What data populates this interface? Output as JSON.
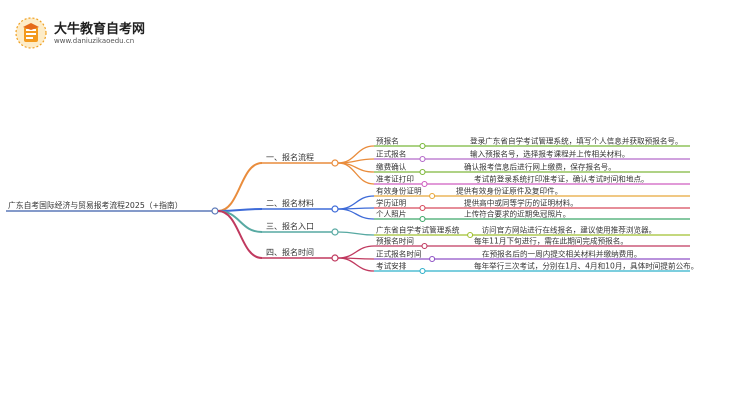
{
  "brand": {
    "name": "大牛教育自考网",
    "url": "www.daniuzikaoedu.cn"
  },
  "mindmap": {
    "root": "广东自考国际经济与贸易报考流程2025（+指南）",
    "branches": [
      {
        "label": "一、报名流程",
        "color": "#e98c3c",
        "children": [
          {
            "label": "预报名",
            "detail": "登录广东省自学考试管理系统，填写个人信息并获取预报名号。",
            "color": "#79b83a"
          },
          {
            "label": "正式报名",
            "detail": "输入预报名号，选择报考课程并上传相关材料。",
            "color": "#b46ac9"
          },
          {
            "label": "缴费确认",
            "detail": "确认报考信息后进行网上缴费，保存报名号。",
            "color": "#7fb73c"
          },
          {
            "label": "准考证打印",
            "detail": "考试前登录系统打印准考证，确认考试时间和地点。",
            "color": "#cf5ec0"
          }
        ]
      },
      {
        "label": "二、报名材料",
        "color": "#3e6bd8",
        "children": [
          {
            "label": "有效身份证明",
            "detail": "提供有效身份证原件及复印件。",
            "color": "#e8a73a"
          },
          {
            "label": "学历证明",
            "detail": "提供高中或同等学历的证明材料。",
            "color": "#d64a5c"
          },
          {
            "label": "个人照片",
            "detail": "上传符合要求的近期免冠照片。",
            "color": "#3fa86a"
          }
        ]
      },
      {
        "label": "三、报名入口",
        "color": "#57a9a2",
        "children": [
          {
            "label": "广东省自学考试管理系统",
            "detail": "访问官方网站进行在线报名，建议使用推荐浏览器。",
            "color": "#a0c030"
          }
        ]
      },
      {
        "label": "四、报名时间",
        "color": "#c0395f",
        "children": [
          {
            "label": "预报名时间",
            "detail": "每年11月下旬进行，需在此期间完成预报名。",
            "color": "#c0395f"
          },
          {
            "label": "正式报名时间",
            "detail": "在预报名后的一周内提交相关材料并缴纳费用。",
            "color": "#8f52c6"
          },
          {
            "label": "考试安排",
            "detail": "每年举行三次考试，分别在1月、4月和10月，具体时间提前公布。",
            "color": "#2fb0c9"
          }
        ]
      }
    ]
  }
}
